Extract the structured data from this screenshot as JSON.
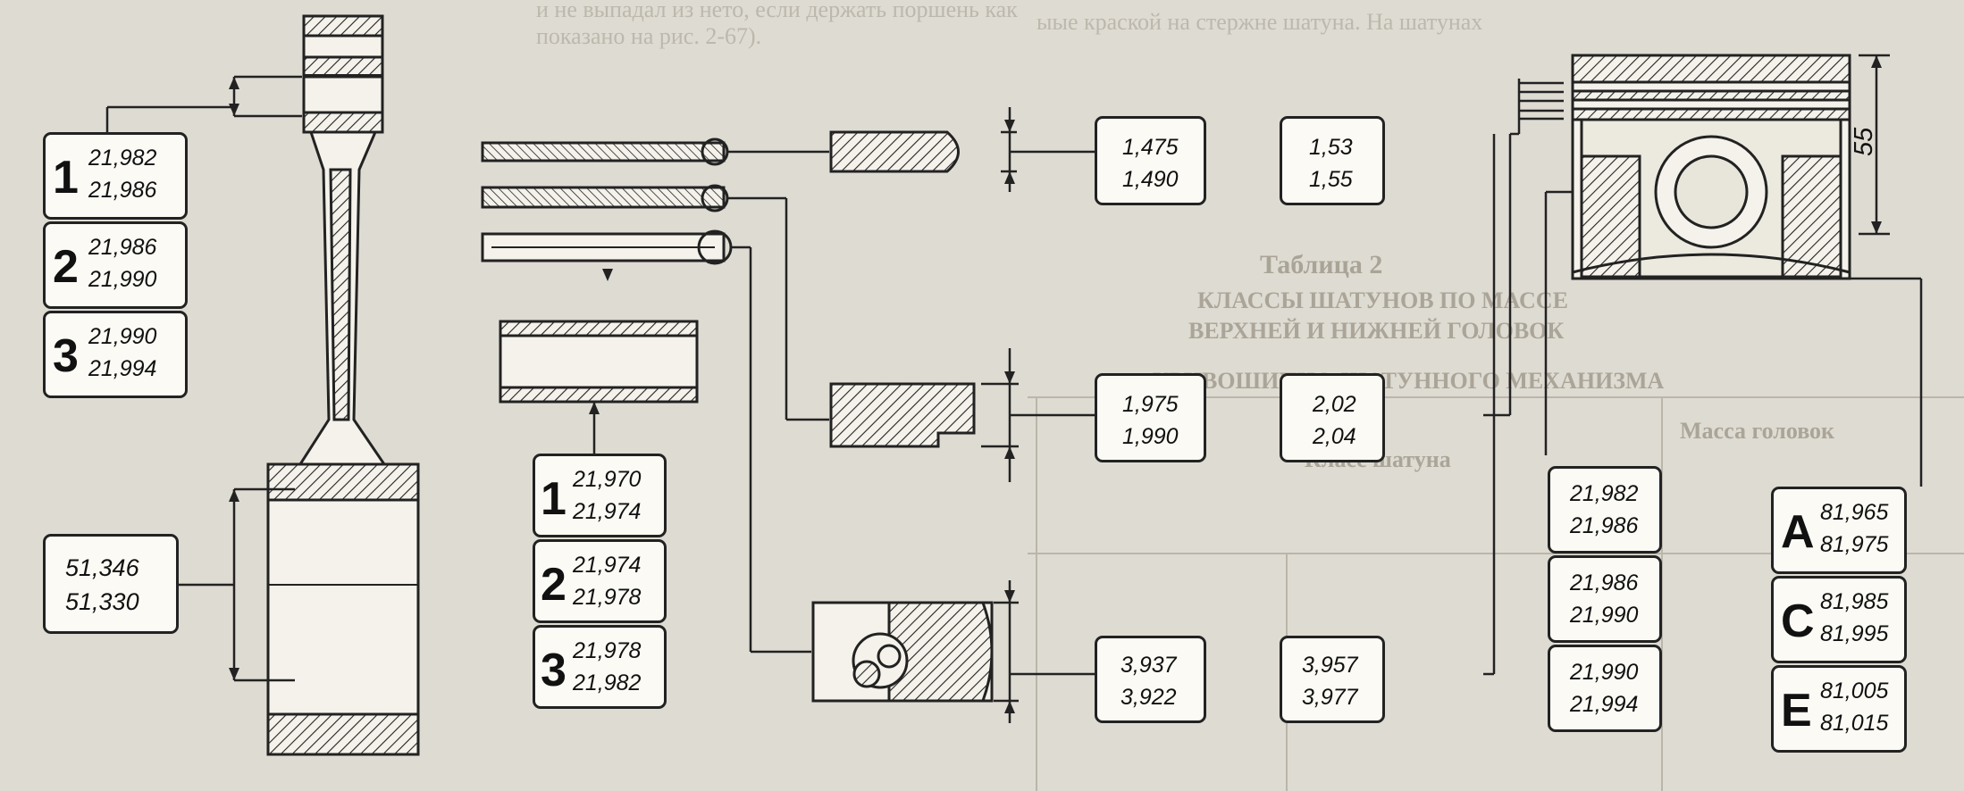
{
  "background_text": {
    "top_left_1": "и не выпадал из нето, если держать поршень как",
    "top_left_2": "показано на рис. 2-67).",
    "top_right_1": "ыые краской на стержне шатуна. На шатунах",
    "top_right_2": "Таблица 2",
    "table_title_1": "КЛАССЫ ШАТУНОВ ПО МАССЕ",
    "table_title_2": "ВЕРХНЕЙ И НИЖНЕЙ ГОЛОВОК",
    "table_title_3": "КРИВОШИПНО-ШАТУННОГО МЕХАНИЗМА",
    "table_header_1": "Масса головок",
    "table_header_2": "Класс шатуна"
  },
  "connecting_rod_small_end": [
    {
      "class": "1",
      "top": "21,982",
      "bottom": "21,986"
    },
    {
      "class": "2",
      "top": "21,986",
      "bottom": "21,990"
    },
    {
      "class": "3",
      "top": "21,990",
      "bottom": "21,994"
    }
  ],
  "connecting_rod_big_end": {
    "top": "51,346",
    "bottom": "51,330"
  },
  "piston_pin": [
    {
      "class": "1",
      "top": "21,970",
      "bottom": "21,974"
    },
    {
      "class": "2",
      "top": "21,974",
      "bottom": "21,978"
    },
    {
      "class": "3",
      "top": "21,978",
      "bottom": "21,982"
    }
  ],
  "ring_sizes": {
    "top_ring_width": {
      "top": "1,475",
      "bottom": "1,490"
    },
    "top_groove": {
      "top": "1,53",
      "bottom": "1,55"
    },
    "second_ring_width": {
      "top": "1,975",
      "bottom": "1,990"
    },
    "second_groove": {
      "top": "2,02",
      "bottom": "2,04"
    },
    "oil_ring_width": {
      "top": "3,937",
      "bottom": "3,922"
    },
    "oil_groove": {
      "top": "3,957",
      "bottom": "3,977"
    }
  },
  "piston_pin_bore": [
    {
      "top": "21,982",
      "bottom": "21,986"
    },
    {
      "top": "21,986",
      "bottom": "21,990"
    },
    {
      "top": "21,990",
      "bottom": "21,994"
    }
  ],
  "piston_diameter": [
    {
      "class": "A",
      "top": "81,965",
      "bottom": "81,975"
    },
    {
      "class": "C",
      "top": "81,985",
      "bottom": "81,995"
    },
    {
      "class": "E",
      "top": "81,005",
      "bottom": "81,015"
    }
  ],
  "piston_height_label": "55"
}
